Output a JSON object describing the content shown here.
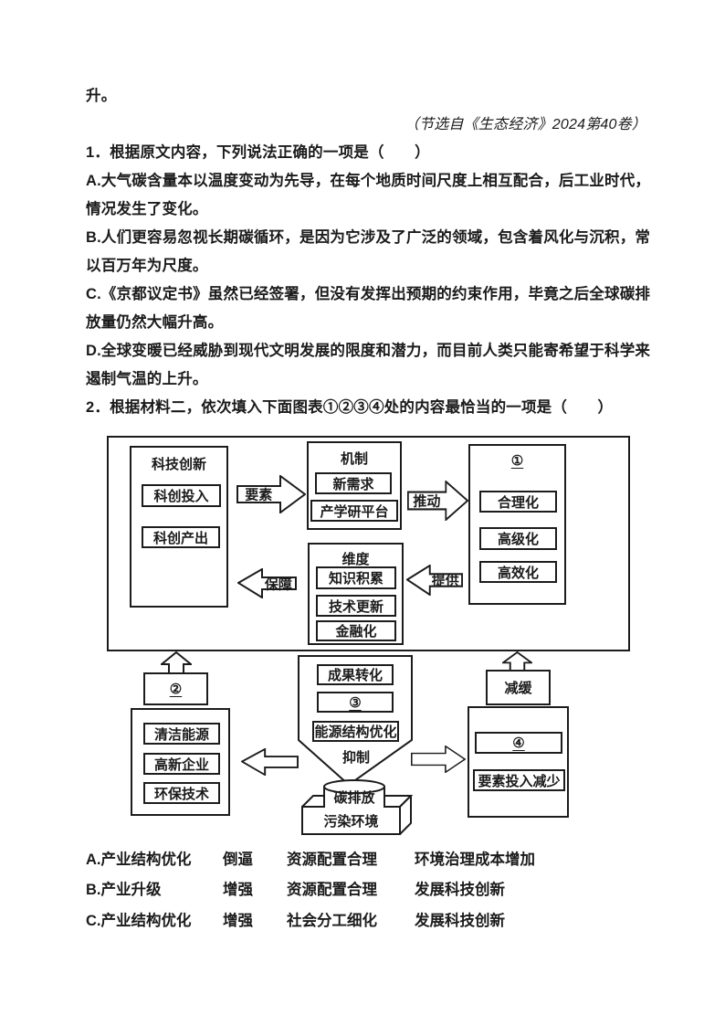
{
  "document": {
    "body_lines": [
      "升。",
      "（节选自《生态经济》2024第40卷）",
      "1．根据原文内容，下列说法正确的一项是（　　）",
      "A.大气碳含量本以温度变动为先导，在每个地质时间尺度上相互配合，后工业时代，",
      "情况发生了变化。",
      "B.人们更容易忽视长期碳循环，是因为它涉及了广泛的领域，包含着风化与沉积，常",
      "以百万年为尺度。",
      "C.《京都议定书》虽然已经签署，但没有发挥出预期的约束作用，毕竟之后全球碳排",
      "放量仍然大幅升高。",
      "D.全球变暖已经威胁到现代文明发展的限度和潜力，而目前人类只能寄希望于科学来",
      "遏制气温的上升。",
      "2．根据材料二，依次填入下面图表①②③④处的内容最恰当的一项是（　　）"
    ]
  },
  "diagram": {
    "tech": {
      "title": "科技创新",
      "items": [
        "科创投入",
        "科创产出"
      ]
    },
    "mechanism": {
      "title": "机制",
      "items": [
        "新需求",
        "产学研平台"
      ]
    },
    "dimension": {
      "title": "维度",
      "items": [
        "知识积累",
        "技术更新",
        "金融化"
      ]
    },
    "blank1": {
      "title": "①",
      "items": [
        "合理化",
        "高级化",
        "高效化"
      ]
    },
    "arrow_labels": {
      "factor": "要素",
      "promote": "推动",
      "provide": "提供",
      "guarantee": "保障"
    },
    "blank2": {
      "title": "②"
    },
    "green_industry": {
      "items": [
        "清洁能源",
        "高新企业",
        "环保技术"
      ]
    },
    "funnel": {
      "items": [
        "成果转化",
        "③",
        "能源结构优化"
      ],
      "suppress_label": "抑制"
    },
    "mitigation": {
      "title": "减缓"
    },
    "reduction": {
      "items": [
        "④",
        "要素投入减少"
      ]
    },
    "carbon_emission": "碳排放",
    "pollution": "污染环境"
  },
  "options_q2": {
    "rows": [
      [
        "A.产业结构优化",
        "倒逼",
        "资源配置合理",
        "环境治理成本增加"
      ],
      [
        "B.产业升级",
        "增强",
        "资源配置合理",
        "发展科技创新"
      ],
      [
        "C.产业结构优化",
        "增强",
        "社会分工细化",
        "发展科技创新"
      ]
    ]
  }
}
